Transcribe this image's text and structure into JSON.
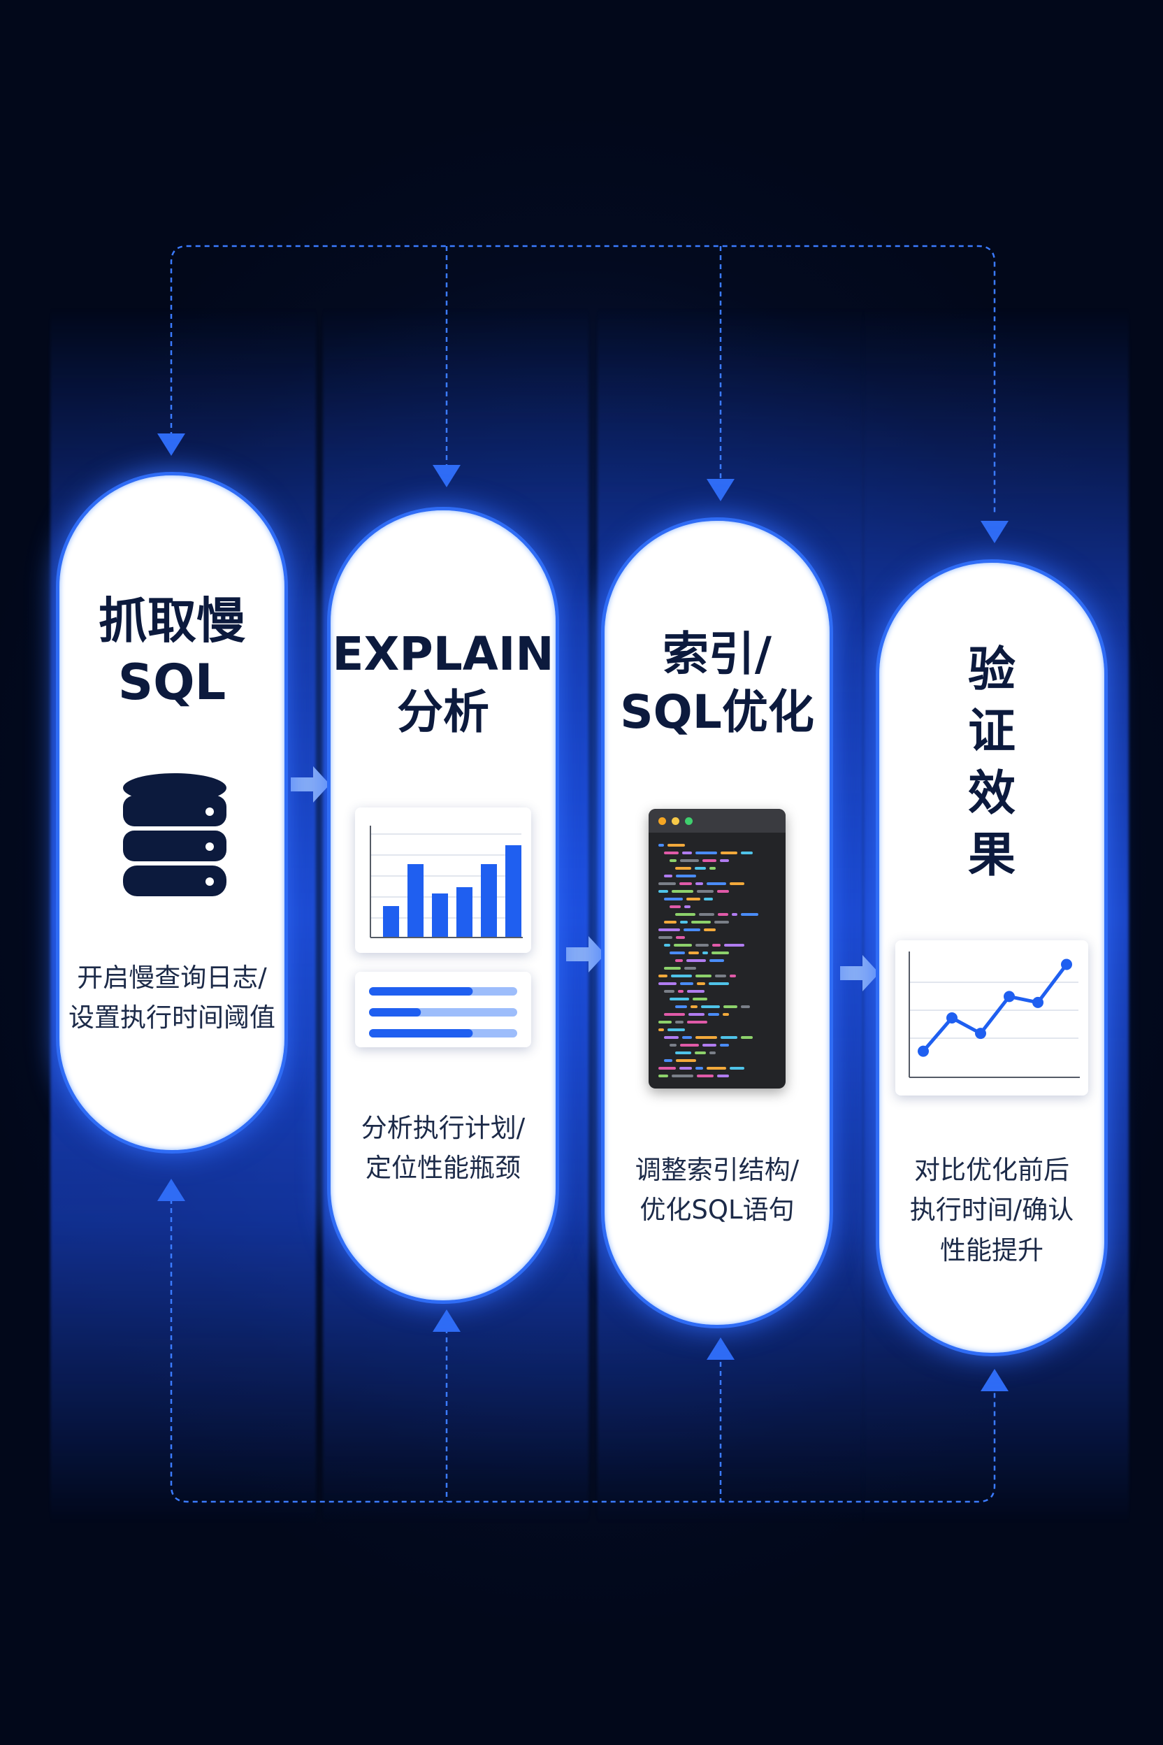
{
  "steps": [
    {
      "title": "抓取慢\nSQL",
      "description": "开启慢查询日志/\n设置执行时间阈值",
      "icon": "database-icon"
    },
    {
      "title": "EXPLAIN\n分析",
      "description": "分析执行计划/\n定位性能瓶颈",
      "icon": "bar-chart-icon"
    },
    {
      "title": "索引/\nSQL优化",
      "description": "调整索引结构/\n优化SQL语句",
      "icon": "code-editor-icon"
    },
    {
      "title": "验\n证\n效\n果",
      "description": "对比优化前后\n执行时间/确认\n性能提升",
      "icon": "line-chart-icon"
    }
  ],
  "colors": {
    "accent": "#2f6cf5",
    "connector": "#3b7bff",
    "card_border": "#2f6cf5",
    "title_text": "#0c1a3d",
    "bar_blue": "#1f5ff0",
    "progress_light": "#9dbdfb",
    "terminal_bg": "#232427"
  },
  "step2_bar_chart": {
    "values": [
      30,
      70,
      42,
      48,
      70,
      88
    ]
  },
  "step2_progress": {
    "fills": [
      0.7,
      0.35,
      0.7
    ]
  },
  "step4_line_chart": {
    "values": [
      22,
      50,
      37,
      68,
      63,
      95
    ]
  }
}
